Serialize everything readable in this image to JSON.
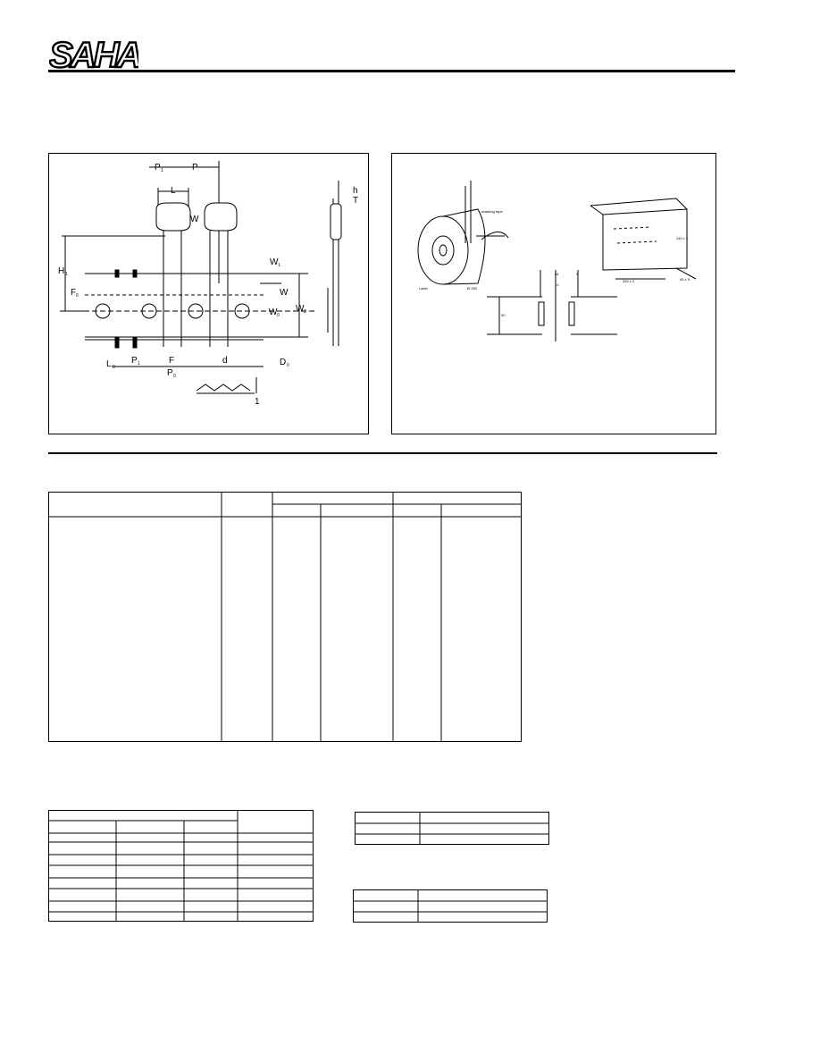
{
  "header": {
    "logo_text": "SAHA"
  },
  "figure_left": {
    "labels": {
      "p1_top": "P",
      "p1_top_sub": "1",
      "p_top": "P",
      "l": "L",
      "w_body": "W",
      "h": "h",
      "t": "T",
      "h1": "H",
      "h1_sub": "1",
      "f": "F",
      "f_sub": "0",
      "w1": "W",
      "w1_sub": "1",
      "w": "W",
      "w0": "W",
      "w0_sub": "0",
      "w2": "W",
      "w2_sub": "2",
      "l0": "L",
      "l0_sub": "0",
      "p1_bottom": "P",
      "p1_bottom_sub": "1",
      "f_bottom": "F",
      "p0": "P",
      "p0_sub": "0",
      "d": "d",
      "d0": "D",
      "d0_sub": "0",
      "one": "1"
    }
  },
  "figure_right": {
    "labels": {
      "tape": "masking tape",
      "label": "Label",
      "reel_dia": "Ø 250",
      "box_h": "240 ± 2",
      "box_w": "330 ± 2",
      "box_d": "45 ± 5",
      "dim_50": "50",
      "dim_54": "54",
      "dim_10": "10",
      "dim_5": "5"
    }
  }
}
